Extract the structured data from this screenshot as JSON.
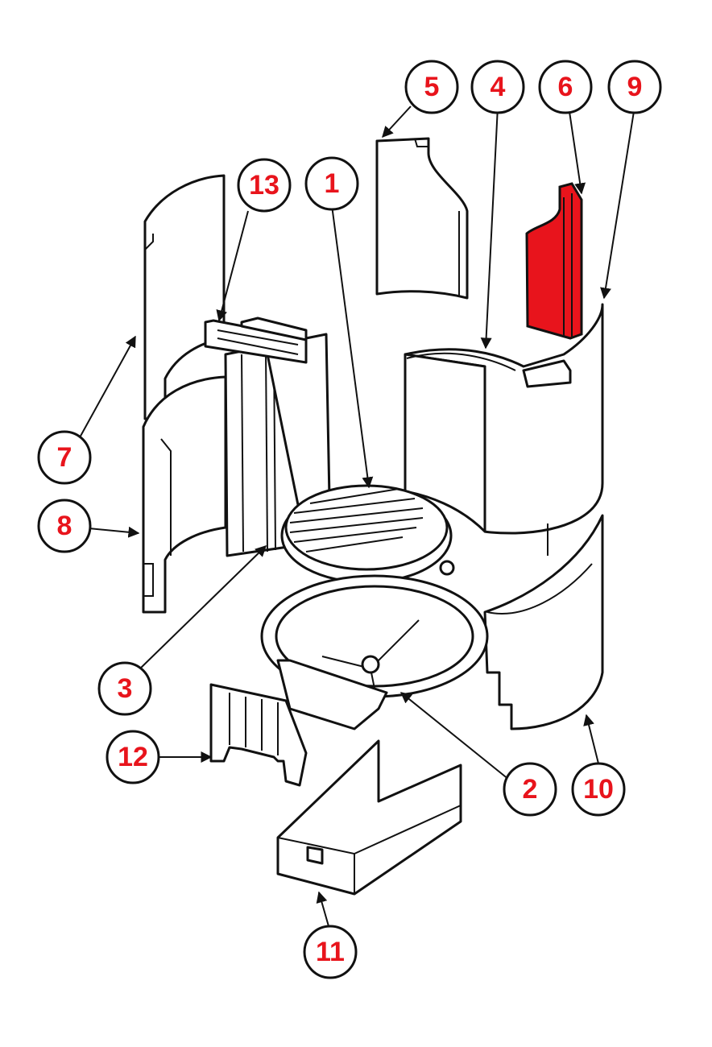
{
  "highlight_color": "#e8141c",
  "label_color": "#e8141c",
  "callouts": [
    {
      "id": "1",
      "label": "1"
    },
    {
      "id": "2",
      "label": "2"
    },
    {
      "id": "3",
      "label": "3"
    },
    {
      "id": "4",
      "label": "4"
    },
    {
      "id": "5",
      "label": "5"
    },
    {
      "id": "6",
      "label": "6"
    },
    {
      "id": "7",
      "label": "7"
    },
    {
      "id": "8",
      "label": "8"
    },
    {
      "id": "9",
      "label": "9"
    },
    {
      "id": "10",
      "label": "10"
    },
    {
      "id": "11",
      "label": "11"
    },
    {
      "id": "12",
      "label": "12"
    },
    {
      "id": "13",
      "label": "13"
    }
  ],
  "highlighted_part": "6"
}
